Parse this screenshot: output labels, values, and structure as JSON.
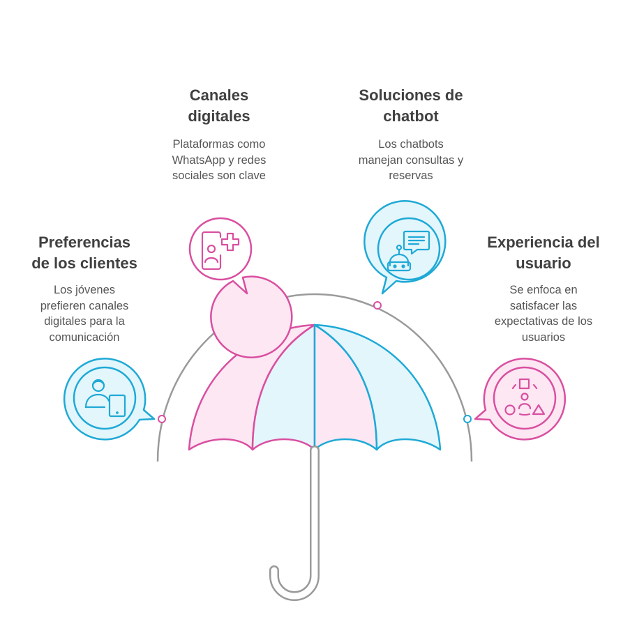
{
  "colors": {
    "pink": "#d94fa0",
    "pink_fill": "#fde7f3",
    "blue": "#1fa9d6",
    "blue_fill": "#e3f6fc",
    "gray": "#999999",
    "title": "#404040",
    "text": "#555555"
  },
  "items": [
    {
      "title": "Preferencias\nde los clientes",
      "description": "Los jóvenes\nprefieren canales\ndigitales para la\ncomunicación",
      "icon": "person-tablet-icon",
      "color": "blue"
    },
    {
      "title": "Canales\ndigitales",
      "description": "Plataformas como\nWhatsApp y redes\nsociales son clave",
      "icon": "phone-contact-add-icon",
      "color": "pink"
    },
    {
      "title": "Soluciones de\nchatbot",
      "description": "Los chatbots\nmanejan consultas y\nreservas",
      "icon": "robot-chat-icon",
      "color": "blue"
    },
    {
      "title": "Experiencia del\nusuario",
      "description": "Se enfoca en\nsatisfacer las\nexpectativas de los\nusuarios",
      "icon": "user-shapes-icon",
      "color": "pink"
    }
  ]
}
